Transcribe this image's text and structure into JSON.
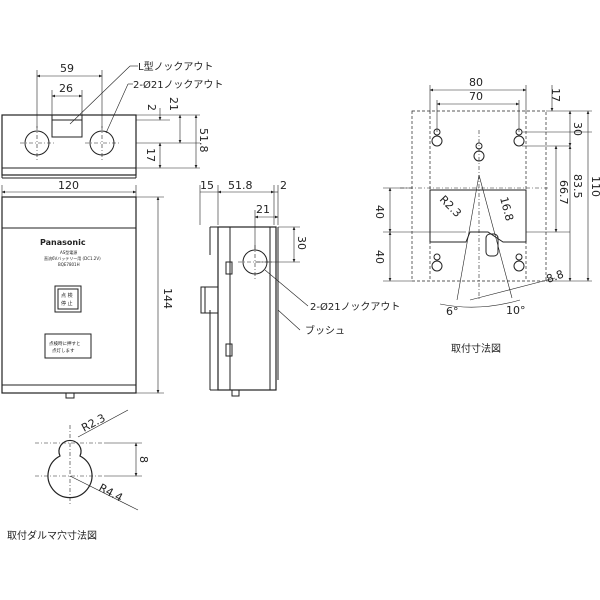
{
  "top_view": {
    "dim_59": "59",
    "dim_26": "26",
    "dim_2": "2",
    "dim_21": "21",
    "dim_17": "17",
    "dim_51_8": "51.8",
    "dim_120": "120",
    "label_l_knockout": "L型ノックアウト",
    "label_knockout_2_21": "2-Ø21ノックアウト"
  },
  "front_view": {
    "dim_144": "144",
    "brand": "Panasonic",
    "model_line1": "AS型電源",
    "model_line2": "直流6Vバッテリー用 (DC1.2V)",
    "model_line3": "BQE7801H",
    "button_line1": "点 検",
    "button_line2": "停 止",
    "notice_line1": "点検時に押すと",
    "notice_line2": "点灯します"
  },
  "side_view": {
    "dim_15": "15",
    "dim_51_8": "51.8",
    "dim_2": "2",
    "dim_21": "21",
    "dim_30": "30",
    "label_knockout": "2-Ø21ノックアウト",
    "label_bush": "ブッシュ"
  },
  "mount_view": {
    "dim_80": "80",
    "dim_70": "70",
    "dim_17": "17",
    "dim_30": "30",
    "dim_66_7": "66.7",
    "dim_83_5": "83.5",
    "dim_110": "110",
    "dim_40a": "40",
    "dim_40b": "40",
    "dim_r2_3": "R2.3",
    "dim_16_8": "16.8",
    "dim_8_8": "8.8",
    "dim_6deg": "6°",
    "dim_10deg": "10°",
    "caption": "取付寸法図"
  },
  "keyhole_view": {
    "dim_r2_3": "R2.3",
    "dim_8": "8",
    "dim_r4_4": "R4.4",
    "caption": "取付ダルマ穴寸法図"
  }
}
